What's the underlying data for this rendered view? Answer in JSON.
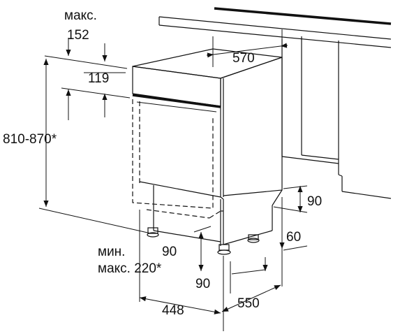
{
  "labels": {
    "max_top_word": "макс.",
    "max_top_value": "152",
    "value_119": "119",
    "height_range": "810-870*",
    "depth_570": "570",
    "plinth_90_right": "90",
    "plinth_60_right": "60",
    "min_word": "мин.",
    "min_value": "90",
    "max_bottom": "макс. 220*",
    "foot_90": "90",
    "width_448": "448",
    "depth_550": "550"
  }
}
